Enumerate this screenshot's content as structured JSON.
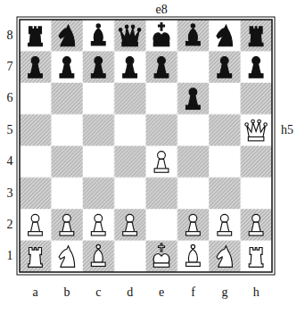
{
  "diagram": {
    "labels": [
      "e8",
      "h5",
      "8",
      "7",
      "6",
      "5",
      "4",
      "3",
      "2",
      "1",
      "a",
      "b",
      "c",
      "d",
      "e",
      "f",
      "g",
      "h"
    ]
  }
}
